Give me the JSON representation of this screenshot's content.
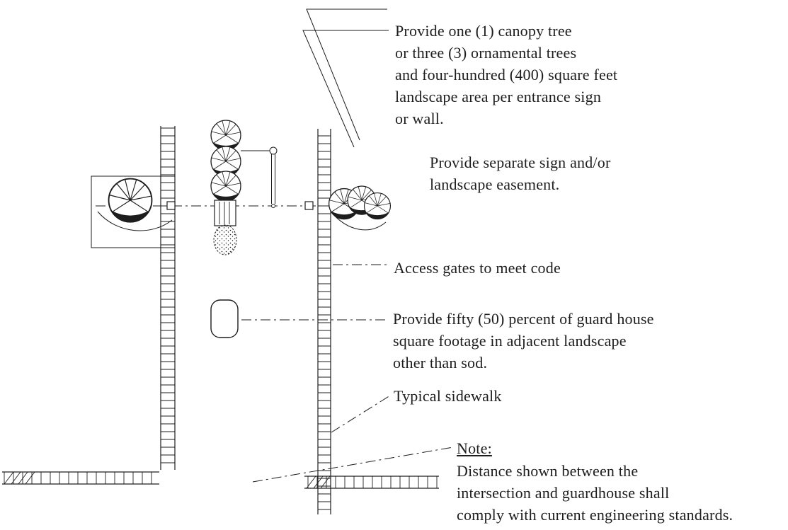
{
  "page": {
    "background": "#ffffff",
    "ink": "#1d1d1d"
  },
  "annotations": {
    "canopy": {
      "text": "Provide one (1) canopy tree\nor three (3) ornamental trees\nand four-hundred (400) square feet\nlandscape area per entrance sign\nor wall."
    },
    "easement": {
      "text": "Provide separate sign and/or\nlandscape easement."
    },
    "gates": {
      "text": "Access gates to meet code"
    },
    "guardhouse": {
      "text": "Provide fifty (50) percent of guard house\nsquare footage in adjacent landscape\nother than sod."
    },
    "sidewalk": {
      "text": "Typical sidewalk"
    },
    "note": {
      "title": "Note:",
      "body": "Distance shown between the\nintersection and guardhouse shall\ncomply with current engineering standards."
    }
  },
  "drawing": {
    "symbols": [
      "canopy-tree",
      "ornamental-tree-group",
      "entrance-sign-wall",
      "groundcover-stipple",
      "guard-house",
      "access-gate",
      "boundary-wall",
      "sidewalk-hatch",
      "roadway-centerline",
      "landscape-easement-outline"
    ]
  }
}
